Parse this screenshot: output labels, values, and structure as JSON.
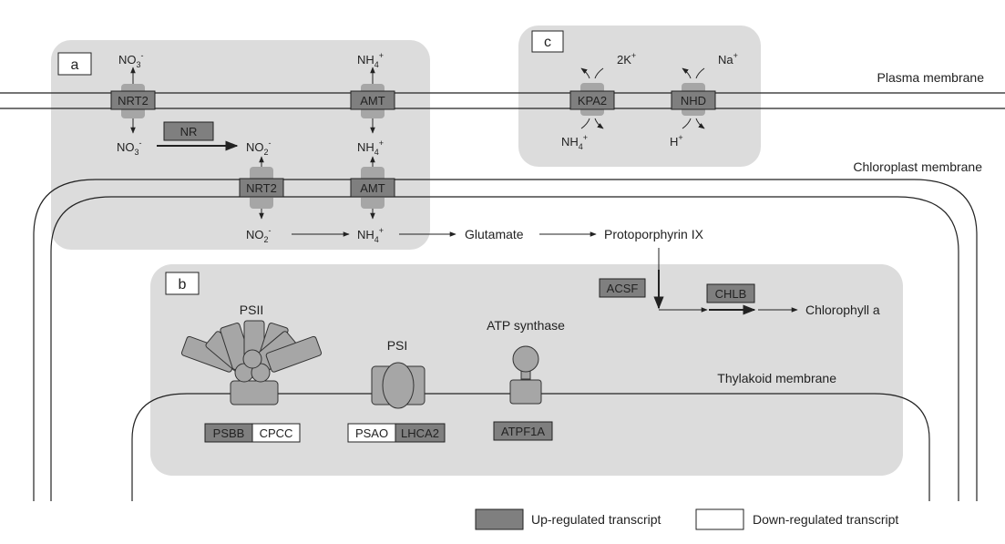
{
  "panels": {
    "a": "a",
    "b": "b",
    "c": "c"
  },
  "membranes": {
    "plasma": "Plasma membrane",
    "chloroplast": "Chloroplast membrane",
    "thylakoid": "Thylakoid membrane"
  },
  "transporters": {
    "nrt2_plasma": "NRT2",
    "amt_plasma": "AMT",
    "nrt2_chloro": "NRT2",
    "amt_chloro": "AMT",
    "kpa2": "KPA2",
    "nhd": "NHD"
  },
  "enzymes": {
    "nr": "NR",
    "acsf": "ACSF",
    "chlb": "CHLB",
    "psbb": "PSBB",
    "cpcc": "CPCC",
    "psao": "PSAO",
    "lhca2": "LHCA2",
    "atpf1a": "ATPF1A"
  },
  "ions": {
    "no3": "NO",
    "no3_sub": "3",
    "no3_sup": "-",
    "no2": "NO",
    "no2_sub": "2",
    "no2_sup": "-",
    "nh4": "NH",
    "nh4_sub": "4",
    "nh4_sup": "+",
    "k": "2K",
    "k_sup": "+",
    "na": "Na",
    "na_sup": "+",
    "h": "H",
    "h_sup": "+"
  },
  "metabolites": {
    "glutamate": "Glutamate",
    "protoporphyrin": "Protoporphyrin IX",
    "chlorophyll": "Chlorophyll a"
  },
  "complexes": {
    "psii": "PSII",
    "psi": "PSI",
    "atp_synthase": "ATP synthase"
  },
  "legend": {
    "up": "Up-regulated transcript",
    "down": "Down-regulated transcript"
  },
  "colors": {
    "up_regulated": "#7f7f7f",
    "down_regulated": "#ffffff",
    "panel": "#dcdcdc",
    "protein": "#a6a6a6"
  }
}
